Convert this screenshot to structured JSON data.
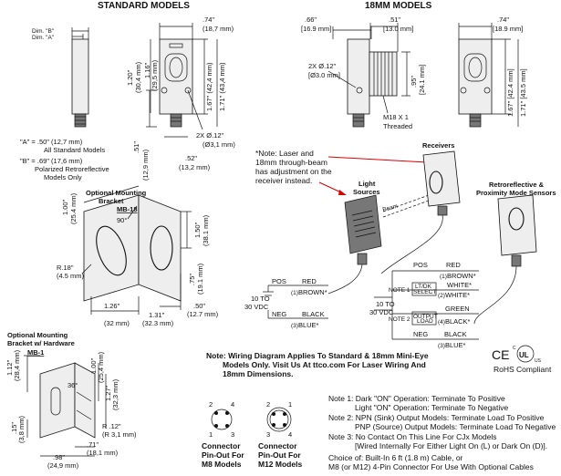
{
  "headings": {
    "standard_models": "STANDARD MODELS",
    "mm18_models": "18MM MODELS"
  },
  "std_dims": {
    "dim_b": "Dim. \"B\"",
    "dim_a": "Dim. \"A\"",
    "w74_in": ".74\"",
    "w74_mm": "(18,7 mm)",
    "h120_in": "1.20\"",
    "h120_mm": "(30,4 mm)",
    "h116_in": "1.16\"",
    "h116_mm": "(29,5 mm)",
    "h167_in": "1.67\"",
    "h167_mm": "(42,4 mm)",
    "h171_in": "1.71\"",
    "h171_mm": "(43,4 mm)",
    "hole_in": "2X Ø.12\"",
    "hole_mm": "(Ø3,1 mm)",
    "h51_in": ".51\"",
    "h51_mm": "(12,9 mm)",
    "w52_in": ".52\"",
    "w52_mm": "(13,2 mm)",
    "a_value": "\"A\" = .50\" (12,7 mm)",
    "a_note": "All Standard Models",
    "b_value": "\"B\" = .69\" (17,6 mm)",
    "b_note1": "Polarized Retroreflective",
    "b_note2": "Models Only"
  },
  "mm18_dims": {
    "w66_in": ".66\"",
    "w66_mm": "[16.9 mm]",
    "w51_in": ".51\"",
    "w51_mm": "[13.0 mm]",
    "w74_in": ".74\"",
    "w74_mm": "[18.9 mm]",
    "hole_in": "2X Ø.12\"",
    "hole_mm": "[Ø3.0 mm]",
    "h95_in": ".95\"",
    "h95_mm": "[24.1 mm]",
    "thread1": "M18 X 1",
    "thread2": "Threaded",
    "h167": "1.67\" [42.4 mm]",
    "h171": "1.71\" [43.5 mm]"
  },
  "bracket18": {
    "title1": "Optional Mounting",
    "title2": "Bracket",
    "model": "MB-18",
    "h100_in": "1.00\"",
    "h100_mm": "(25.4 mm)",
    "angle": "90°",
    "h150_in": "1.50\"",
    "h150_mm": "(38.1 mm)",
    "r18_in": "R.18\"",
    "r18_mm": "(4.5 mm)",
    "h75_in": ".75\"",
    "h75_mm": "(19.1 mm)",
    "w50_in": ".50\"",
    "w50_mm": "(12.7 mm)",
    "w126_in": "1.26\"",
    "w126_mm": "(32 mm)",
    "w131_in": "1.31\"",
    "w131_mm": "(32.3 mm)"
  },
  "bracket1": {
    "title1": "Optional Mounting",
    "title2": "Bracket w/ Hardware",
    "model": "MB-1",
    "d112_in": "1.12\"",
    "d112_mm": "(28,4 mm)",
    "d100_in": "1.00\"",
    "d100_mm": "(25,4 mm)",
    "d127_in": "1.27\"",
    "d127_mm": "(32,3 mm)",
    "angle": "36°",
    "d15_in": ".15\"",
    "d15_mm": "(3,8 mm)",
    "r12_in": "R .12\"",
    "r12_mm": "(R 3,1 mm)",
    "d71_in": ".71\"",
    "d71_mm": "(18,1 mm)",
    "d98_in": ".98\"",
    "d98_mm": "(24,9 mm)"
  },
  "receivers": {
    "note1": "*Note:  Laser and",
    "note2": "18mm through-beam",
    "note3": "has adjustment on the",
    "note4": "receiver instead.",
    "receivers_label": "Receivers",
    "light_sources1": "Light",
    "light_sources2": "Sources",
    "beam_label": "Beam",
    "retro1": "Retroreflective &",
    "retro2": "Proximity Mode Sensors"
  },
  "wiring_left": {
    "pos": "POS",
    "red": "RED",
    "brown": "BROWN*",
    "pin1": "(1)",
    "supply1": "10 TO",
    "supply2": "30 VDC",
    "neg": "NEG",
    "black": "BLACK",
    "blue": "BLUE*",
    "pin3": "(3)"
  },
  "wiring_right": {
    "pos": "POS",
    "red": "RED",
    "brown": "BROWN*",
    "pin1": "(1)",
    "note1": "NOTE 1",
    "lt_dk1": "LT/DK",
    "lt_dk2": "SELECT",
    "white": "WHITE*",
    "pin2": "(2)",
    "supply1": "10 TO",
    "supply2": "30 VDC",
    "note2": "NOTE 2",
    "output": "OUTPUT",
    "load": "LOAD",
    "green": "GREEN",
    "black": "BLACK*",
    "pin4": "(4)",
    "neg": "NEG",
    "black2": "BLACK",
    "blue": "BLUE*",
    "pin3": "(3)"
  },
  "wiring_note": {
    "line1": "Note:  Wiring Diagram Applies To Standard & 18mm Mini-Eye",
    "line2": "Models Only.  Visit Us At ttco.com For Laser Wiring And",
    "line3": "18mm Dimensions."
  },
  "certs": {
    "ce": "CE",
    "ul": "UL",
    "ul_sub": "C",
    "ul_us": "US",
    "rohs": "RoHS Compliant"
  },
  "connectors": {
    "m8_1": "Connector",
    "m8_2": "Pin-Out For",
    "m8_3": "M8 Models",
    "m12_1": "Connector",
    "m12_2": "Pin-Out For",
    "m12_3": "M12 Models",
    "p1": "1",
    "p2": "2",
    "p3": "3",
    "p4": "4"
  },
  "notes": {
    "n1a": "Note 1: Dark \"ON\" Operation: Terminate To Positive",
    "n1b": "Light \"ON\" Operation: Terminate To Negative",
    "n2a": "Note 2: NPN (Sink) Output Models: Terminate Load To Positive",
    "n2b": "PNP (Source) Output Models: Terminate Load To Negative",
    "n3a": "Note 3: No Contact On This Line For CJx Models",
    "n3b": "[Wired Internally For Either Light On (L) or Dark On (D)].",
    "c1": "Choice of: Built-In 6 ft (1.8 m) Cable, or",
    "c2": "M8 (or M12) 4-Pin Connector For Use With Optional Cables"
  }
}
